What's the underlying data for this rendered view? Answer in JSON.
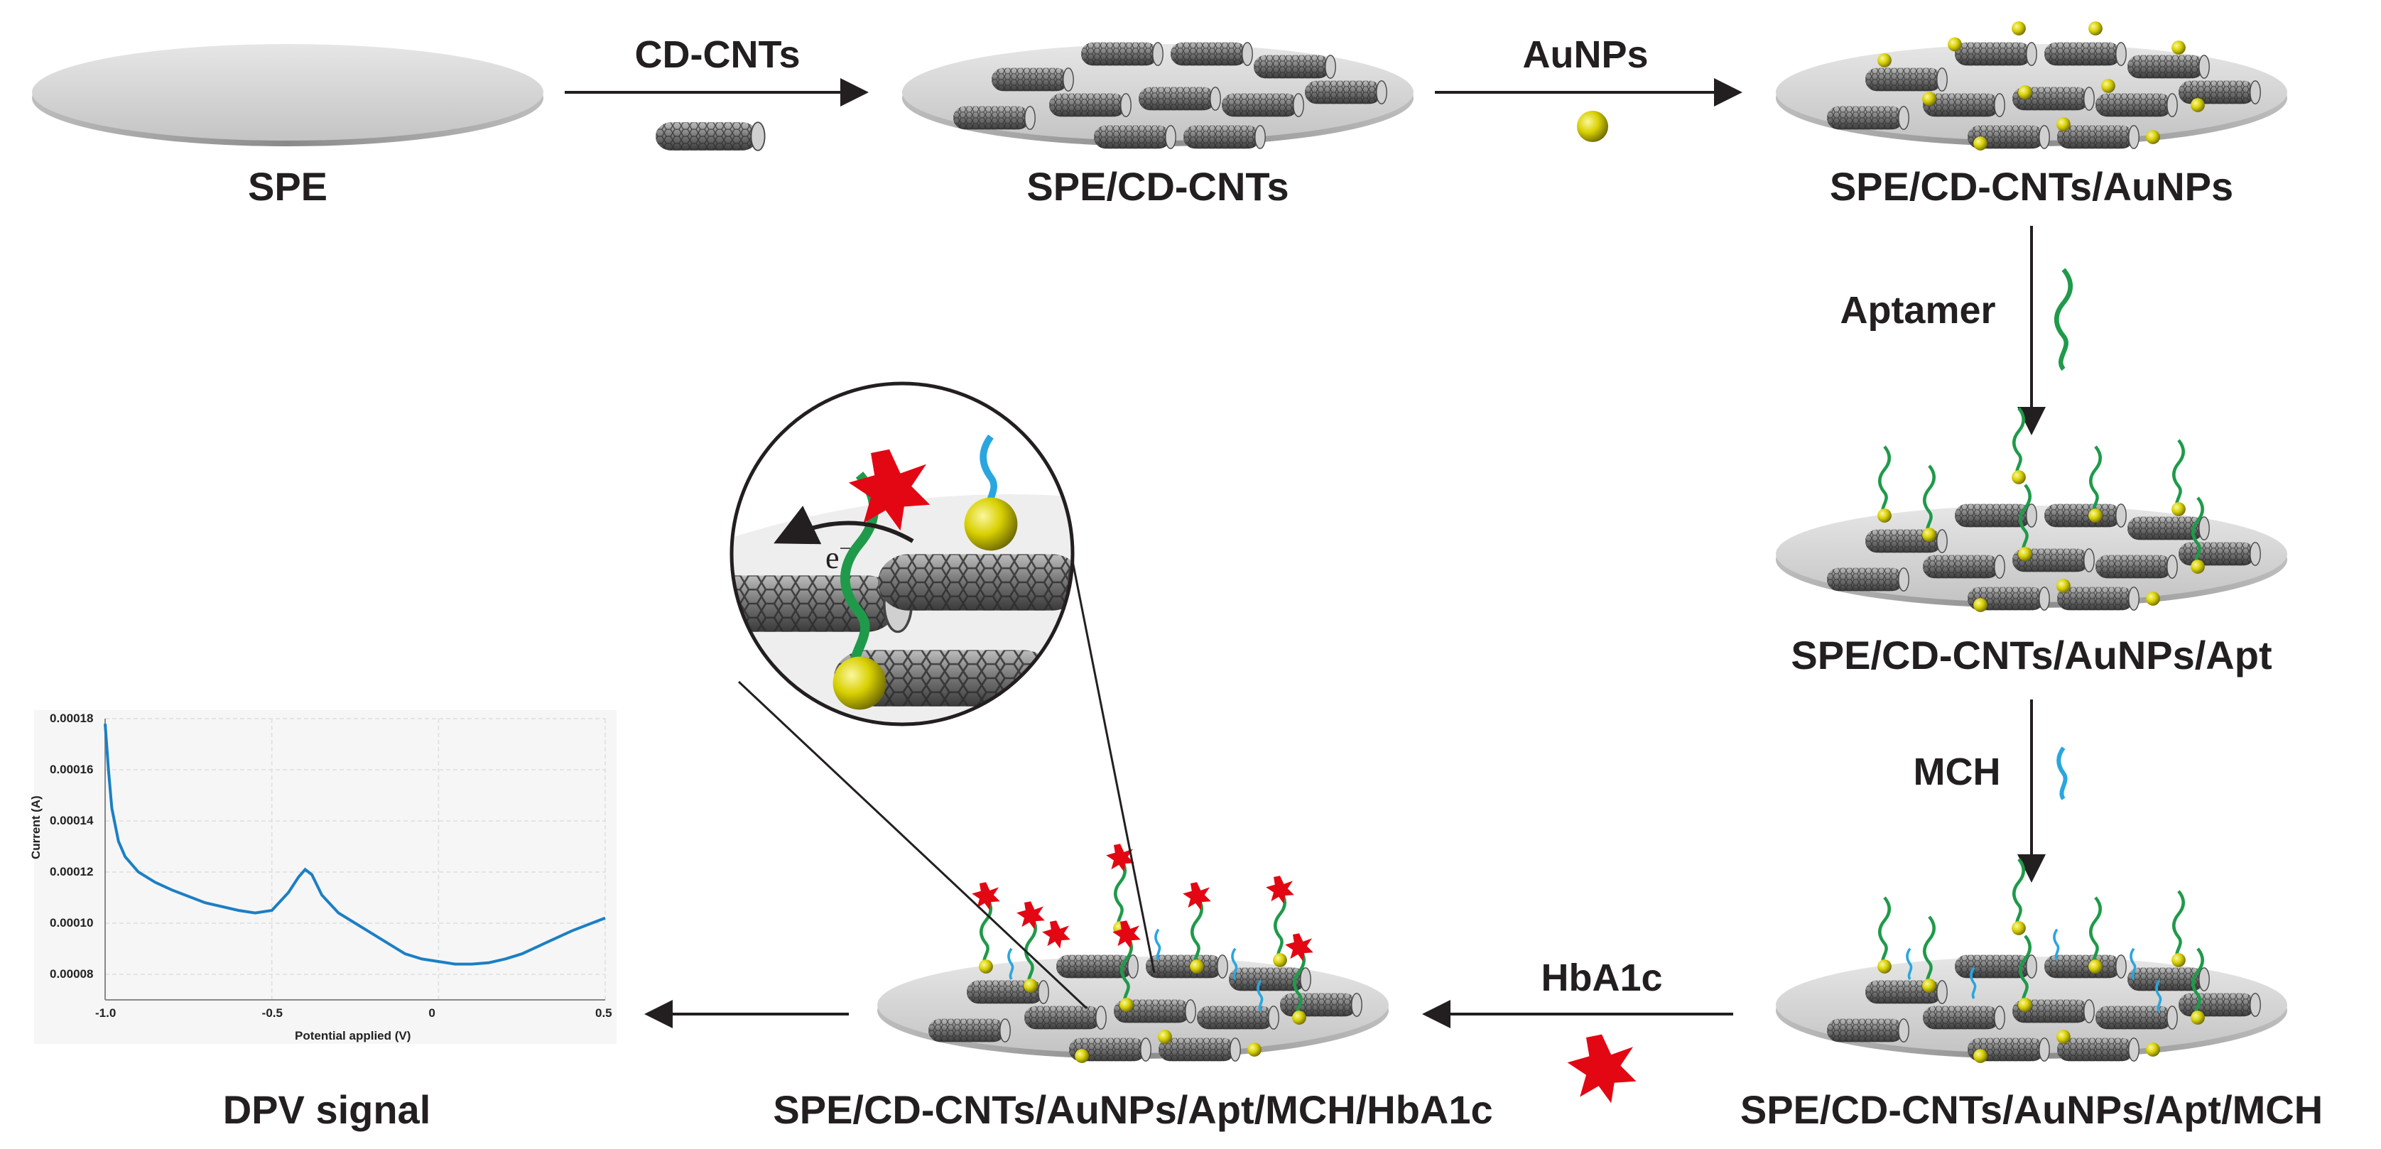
{
  "labels": {
    "spe": "SPE",
    "spe_cdcnts": "SPE/CD-CNTs",
    "spe_cdcnts_aunps": "SPE/CD-CNTs/AuNPs",
    "spe_apt": "SPE/CD-CNTs/AuNPs/Apt",
    "spe_mch": "SPE/CD-CNTs/AuNPs/Apt/MCH",
    "spe_hba1c": "SPE/CD-CNTs/AuNPs/Apt/MCH/HbA1c",
    "dpv_signal": "DPV signal"
  },
  "steps": {
    "cdcnts": "CD-CNTs",
    "aunps": "AuNPs",
    "aptamer": "Aptamer",
    "mch": "MCH",
    "hba1c": "HbA1c"
  },
  "zoom": {
    "electron": "e",
    "electron_sup": "−"
  },
  "colors": {
    "disk": "#c9c9c9",
    "gold": "#d8d000",
    "aptamer": "#1f9a4a",
    "mch": "#2aa6df",
    "hba1c": "#e30613",
    "line": "#1b7fc4",
    "arrow": "#231f20"
  },
  "chart_data": {
    "type": "line",
    "xlabel": "Potential applied (V)",
    "ylabel": "Current (A)",
    "xlim": [
      -1.0,
      0.5
    ],
    "ylim": [
      7e-05,
      0.00018
    ],
    "xticks": [
      "-1.0",
      "-0.5",
      "0",
      "0.5"
    ],
    "xtick_values": [
      -1.0,
      -0.5,
      0,
      0.5
    ],
    "yticks": [
      "0.00008",
      "0.00010",
      "0.00012",
      "0.00014",
      "0.00016",
      "0.00018"
    ],
    "ytick_values": [
      8e-05,
      0.0001,
      0.00012,
      0.00014,
      0.00016,
      0.00018
    ],
    "grid": true,
    "x": [
      -1.0,
      -0.99,
      -0.98,
      -0.96,
      -0.94,
      -0.9,
      -0.85,
      -0.8,
      -0.7,
      -0.6,
      -0.55,
      -0.5,
      -0.45,
      -0.42,
      -0.4,
      -0.38,
      -0.35,
      -0.3,
      -0.25,
      -0.2,
      -0.15,
      -0.1,
      -0.05,
      0.0,
      0.05,
      0.1,
      0.15,
      0.2,
      0.25,
      0.3,
      0.35,
      0.4,
      0.45,
      0.5
    ],
    "y": [
      0.000178,
      0.00016,
      0.000145,
      0.000132,
      0.000126,
      0.00012,
      0.000116,
      0.000113,
      0.000108,
      0.000105,
      0.000104,
      0.000105,
      0.000112,
      0.000118,
      0.000121,
      0.000119,
      0.000111,
      0.000104,
      0.0001,
      9.6e-05,
      9.2e-05,
      8.8e-05,
      8.6e-05,
      8.5e-05,
      8.4e-05,
      8.4e-05,
      8.45e-05,
      8.6e-05,
      8.8e-05,
      9.1e-05,
      9.4e-05,
      9.7e-05,
      9.95e-05,
      0.000102
    ]
  }
}
